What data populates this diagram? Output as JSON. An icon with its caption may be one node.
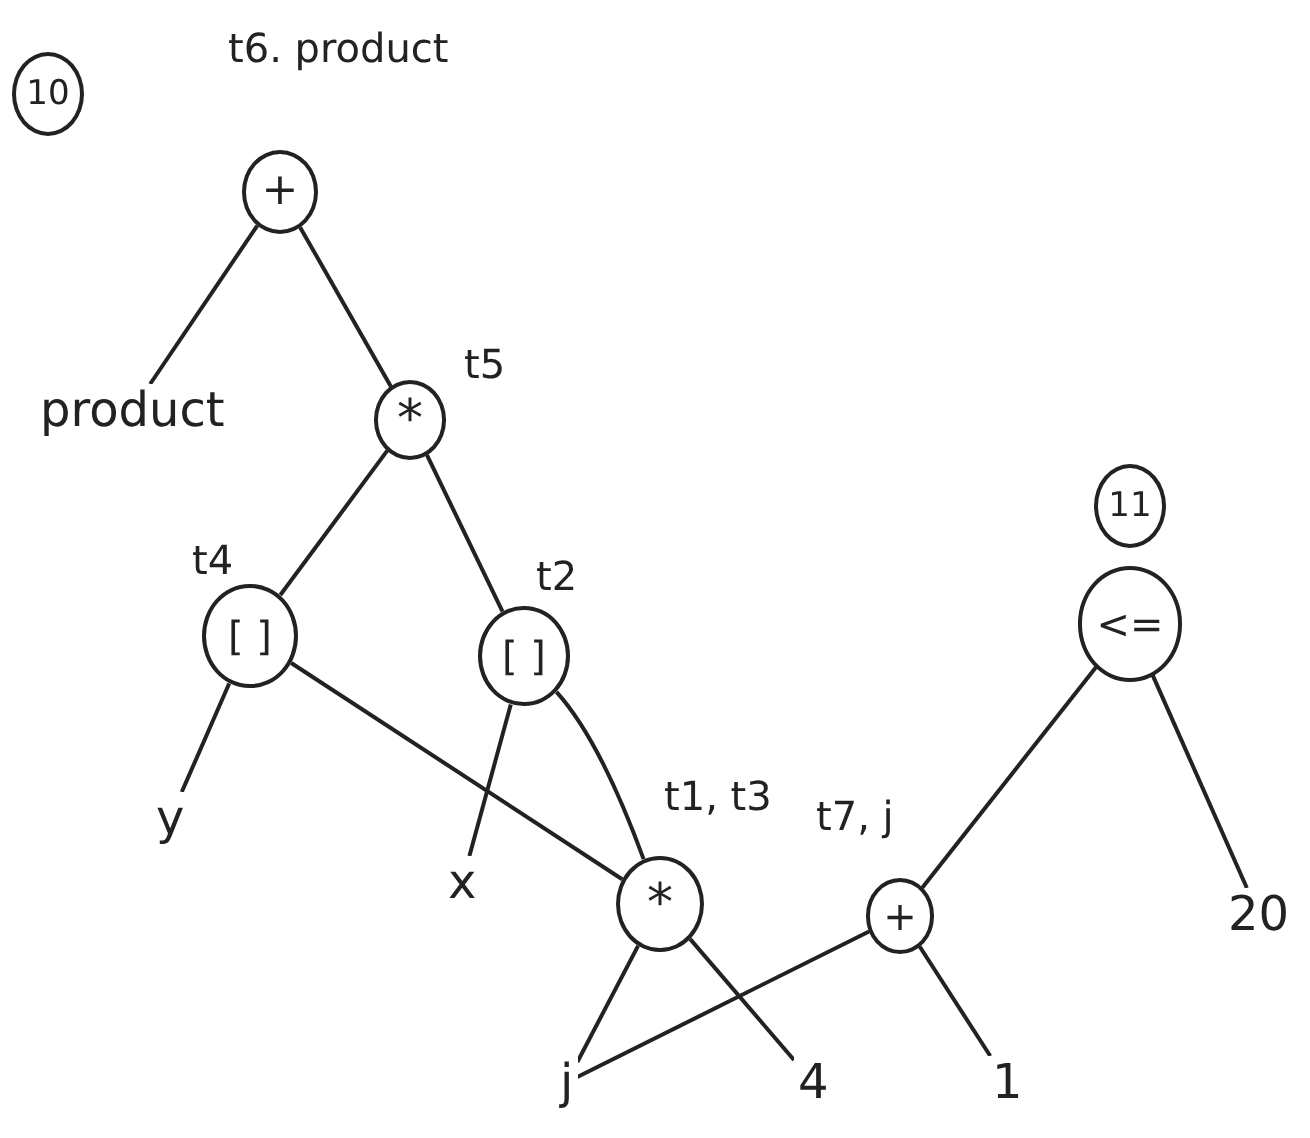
{
  "diagram": {
    "nodes": [
      {
        "text": [
          "+"
        ],
        "beside": [
          "t6. product"
        ]
      },
      {
        "text": [
          "product"
        ]
      },
      {
        "text": [
          "*"
        ],
        "beside": [
          "t5"
        ]
      },
      {
        "text": [
          "[ ]"
        ],
        "beside": [
          "t4"
        ]
      },
      {
        "text": [
          "[ ]"
        ],
        "beside": [
          "t2"
        ]
      },
      {
        "text": [
          "y"
        ]
      },
      {
        "text": [
          "x"
        ]
      },
      {
        "text": [
          "*"
        ],
        "beside": [
          "t1, t3"
        ]
      },
      {
        "text": [
          "+"
        ],
        "beside": [
          "t7, j"
        ]
      },
      {
        "text": [
          "j"
        ]
      },
      {
        "text": [
          "4"
        ]
      },
      {
        "text": [
          "1"
        ]
      },
      {
        "text": [
          "<="
        ]
      },
      {
        "text": [
          "20"
        ]
      }
    ],
    "edges": [
      {
        "from": 0,
        "to": 1,
        "arrow": "none"
      },
      {
        "from": 0,
        "to": 2,
        "arrow": "none"
      },
      {
        "from": 2,
        "to": 3,
        "arrow": "none"
      },
      {
        "from": 2,
        "to": 4,
        "arrow": "none"
      },
      {
        "from": 3,
        "to": 5,
        "arrow": "none"
      },
      {
        "from": 3,
        "to": 7,
        "arrow": "none"
      },
      {
        "from": 4,
        "to": 6,
        "arrow": "none"
      },
      {
        "from": 4,
        "to": 7,
        "arrow": "none"
      },
      {
        "from": 7,
        "to": 9,
        "arrow": "none"
      },
      {
        "from": 7,
        "to": 10,
        "arrow": "none"
      },
      {
        "from": 8,
        "to": 9,
        "arrow": "none"
      },
      {
        "from": 8,
        "to": 11,
        "arrow": "none"
      },
      {
        "from": 12,
        "to": 8,
        "arrow": "none"
      },
      {
        "from": 12,
        "to": 13,
        "arrow": "none"
      }
    ],
    "labels": [
      "10",
      "11"
    ]
  }
}
